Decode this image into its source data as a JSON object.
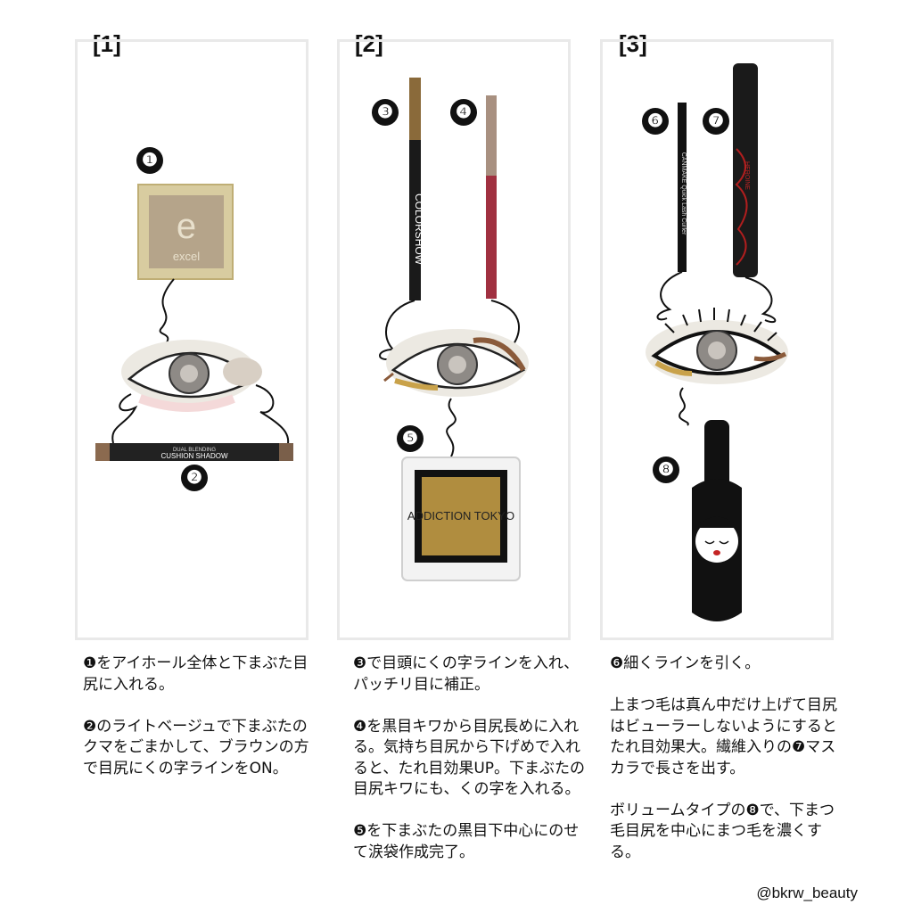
{
  "panels": [
    {
      "label": "[1]",
      "steps": [
        "❶",
        "❷"
      ],
      "products": {
        "eyeshadow_logo": "e",
        "eyeshadow_brand": "excel",
        "stick_line1": "DUAL BLENDING",
        "stick_line2": "CUSHION SHADOW"
      },
      "description": "❶をアイホール全体と下まぶた目尻に入れる。\n\n❷のライトベージュで下まぶたのクマをごまかして、ブラウンの方で目尻にくの字ラインをON。"
    },
    {
      "label": "[2]",
      "steps": [
        "❸",
        "❹",
        "❺"
      ],
      "products": {
        "pencil_brand": "COLORSHOW",
        "compact_brand": "ADDICTION TOKYO"
      },
      "description": "❸で目頭にくの字ラインを入れ、パッチリ目に補正。\n\n❹を黒目キワから目尻長めに入れる。気持ち目尻から下げめで入れると、たれ目効果UP。下まぶたの目尻キワにも、くの字を入れる。\n\n❺を下まぶたの黒目下中心にのせて涙袋作成完了。"
    },
    {
      "label": "[3]",
      "steps": [
        "❻",
        "❼",
        "❽"
      ],
      "products": {
        "liner_text": "CANMAKE Quick Lash Curler",
        "mascara_text": "HEROINE"
      },
      "description": "❻細くラインを引く。\n\n上まつ毛は真ん中だけ上げて目尻はビューラーしないようにするとたれ目効果大。繊維入りの❼マスカラで長さを出す。\n\nボリュームタイプの❽で、下まつ毛目尻を中心にまつ毛を濃くする。"
    }
  ],
  "credit": "@bkrw_beauty",
  "colors": {
    "panel_border": "#e9e9e9",
    "text": "#111111",
    "gold": "#c9a24a",
    "brown": "#8a5a3a",
    "iris": "#8e8a86"
  }
}
